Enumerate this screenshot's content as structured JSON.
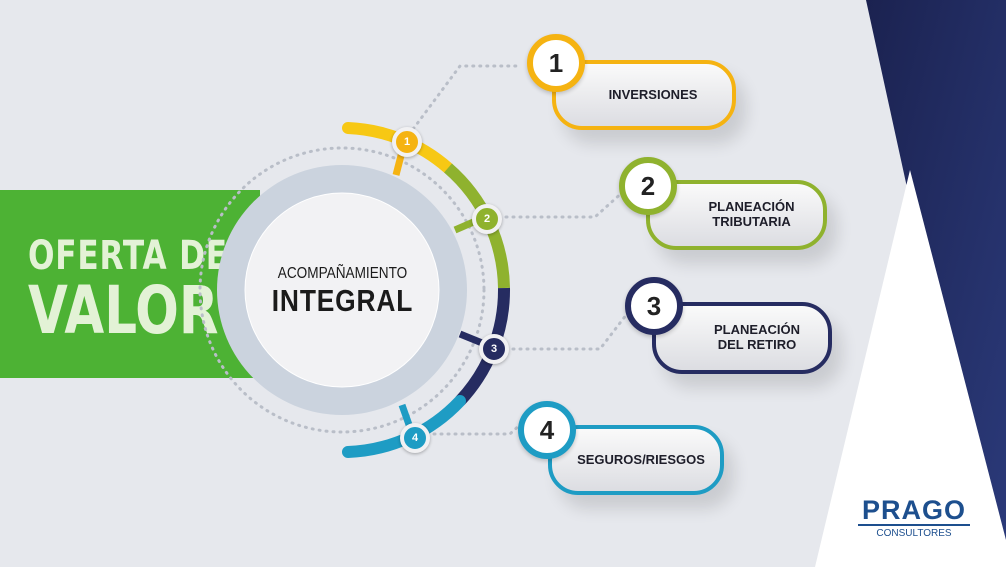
{
  "banner": {
    "line1": "OFERTA DE",
    "line2": "VALOR"
  },
  "center": {
    "line1": "ACOMPAÑAMIENTO",
    "line2": "INTEGRAL"
  },
  "items": [
    {
      "num": "1",
      "label": "INVERSIONES",
      "color": "#f5b312"
    },
    {
      "num": "2",
      "label": "PLANEACIÓN TRIBUTARIA",
      "color": "#8fb22e"
    },
    {
      "num": "3",
      "label": "PLANEACIÓN DEL RETIRO",
      "color": "#262c61"
    },
    {
      "num": "4",
      "label": "SEGUROS/RIESGOS",
      "color": "#1e9cc4"
    }
  ],
  "logo": {
    "name": "PRAGO",
    "sub": "CONSULTORES"
  },
  "colors": {
    "green": "#4db234",
    "navy": "#24295e",
    "bg": "#e6e8ed"
  }
}
